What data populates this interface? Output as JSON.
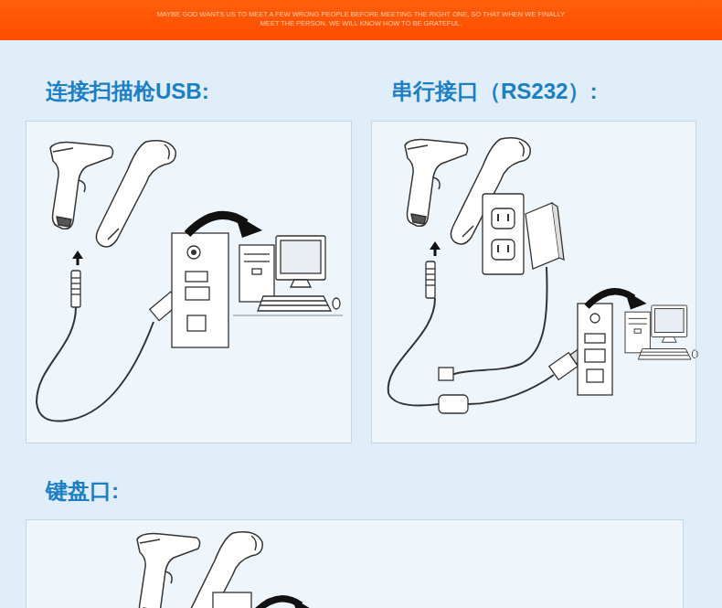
{
  "diagram": {
    "nodes": [
      {
        "text": [
          "连接扫描枪USB:"
        ]
      },
      {
        "text": [
          "串行接口（RS232）:"
        ]
      },
      {
        "text": [
          "键盘口:"
        ]
      }
    ],
    "labels": [
      "MAYBE GOD WANTS US TO MEET A FEW WRONG PEOPLE BEFORE MEETING THE RIGHT ONE, SO THAT WHEN WE FINALLY MEET THE PERSON, WE WILL KNOW HOW TO BE GRATEFUL."
    ]
  }
}
